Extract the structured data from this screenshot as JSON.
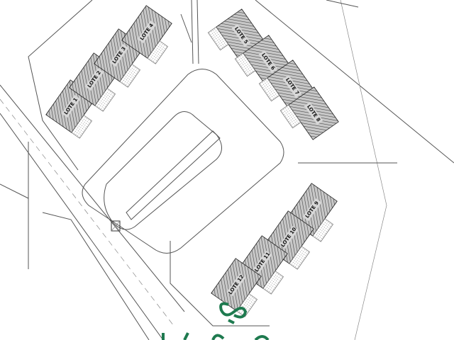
{
  "lots": [
    {
      "label": "LOTE 1"
    },
    {
      "label": "LOTE 2"
    },
    {
      "label": "LOTE 3"
    },
    {
      "label": "LOTE 4"
    },
    {
      "label": "LOTE 5"
    },
    {
      "label": "LOTE 6"
    },
    {
      "label": "LOTE 7"
    },
    {
      "label": "LOTE 8"
    },
    {
      "label": "LOTE 9"
    },
    {
      "label": "LOTE 10"
    },
    {
      "label": "LOTE 11"
    },
    {
      "label": "LOTE 12"
    }
  ],
  "logo": {
    "color": "#1e7a4f"
  }
}
